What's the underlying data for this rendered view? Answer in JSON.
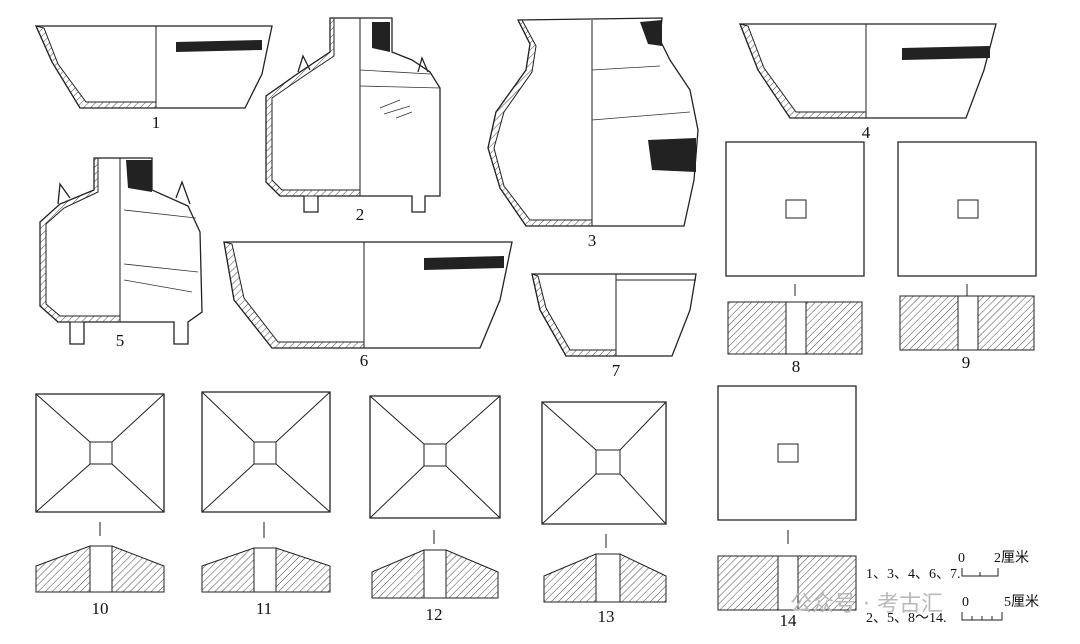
{
  "figure": {
    "labels": [
      "1",
      "2",
      "3",
      "4",
      "5",
      "6",
      "7",
      "8",
      "9",
      "10",
      "11",
      "12",
      "13",
      "14"
    ],
    "scale_bars": [
      {
        "items": "1、3、4、6、7.",
        "zero": "0",
        "value": "2厘米"
      },
      {
        "items": "2、5、8～14.",
        "zero": "0",
        "value": "5厘米"
      }
    ],
    "watermark": "公众号 · 考古汇"
  }
}
